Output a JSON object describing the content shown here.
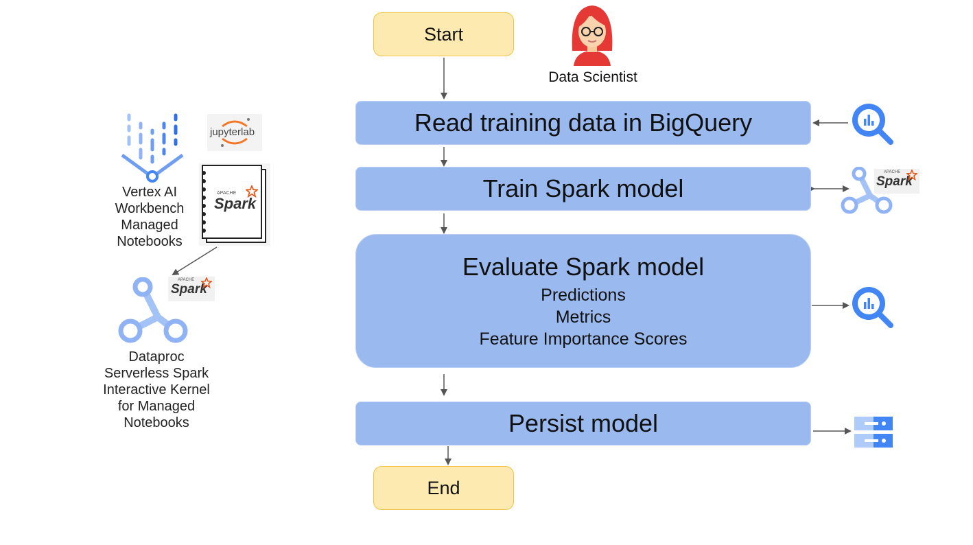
{
  "flow": {
    "start_label": "Start",
    "end_label": "End",
    "steps": [
      {
        "label": "Read training data in BigQuery"
      },
      {
        "label": "Train Spark model"
      },
      {
        "label": "Evaluate Spark model",
        "details": [
          "Predictions",
          "Metrics",
          "Feature Importance Scores"
        ]
      },
      {
        "label": "Persist model"
      }
    ]
  },
  "actor": {
    "label": "Data Scientist",
    "icon": "data-scientist-avatar-icon"
  },
  "left_panel": {
    "workbench_caption": [
      "Vertex AI",
      "Workbench",
      "Managed",
      "Notebooks"
    ],
    "dataproc_caption": [
      "Dataproc",
      "Serverless Spark",
      "Interactive Kernel",
      "for Managed",
      "Notebooks"
    ],
    "jupyter_logo_text": "jupyterlab",
    "spark_logo_text": "Spark",
    "spark_logo_small": "APACHE"
  },
  "side_icons": {
    "read": "bigquery-icon",
    "train": "dataproc-spark-icon",
    "evaluate": "bigquery-icon",
    "persist": "cloud-storage-icon"
  },
  "colors": {
    "step_fill": "#9ab9ee",
    "terminal_fill": "#fdeab0",
    "terminal_border": "#f2c245",
    "google_blue": "#4285f4",
    "spark_orange": "#e25a1c"
  }
}
